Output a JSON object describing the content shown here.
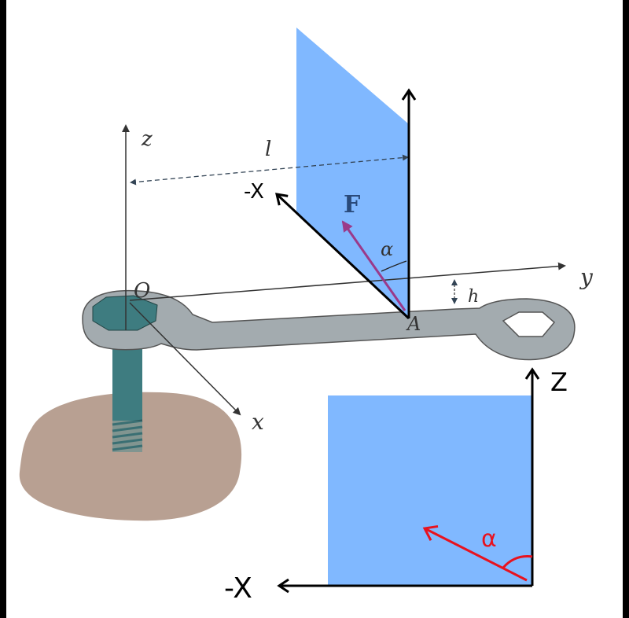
{
  "labels": {
    "z_axis": "z",
    "y_axis": "y",
    "x_axis": "x",
    "origin": "O",
    "point_a": "A",
    "length": "l",
    "height": "h",
    "force": "F",
    "angle_top": "α",
    "neg_x_top": "-X",
    "big_z": "Z",
    "neg_x_bottom": "-X",
    "angle_bottom": "α"
  },
  "colors": {
    "plane": "#80b8ff",
    "force": "#9a3a8a",
    "red_arrow": "#e8121e",
    "wrench": "#a3abaf",
    "bolt": "#3e7c80",
    "ground": "#b8a092"
  }
}
